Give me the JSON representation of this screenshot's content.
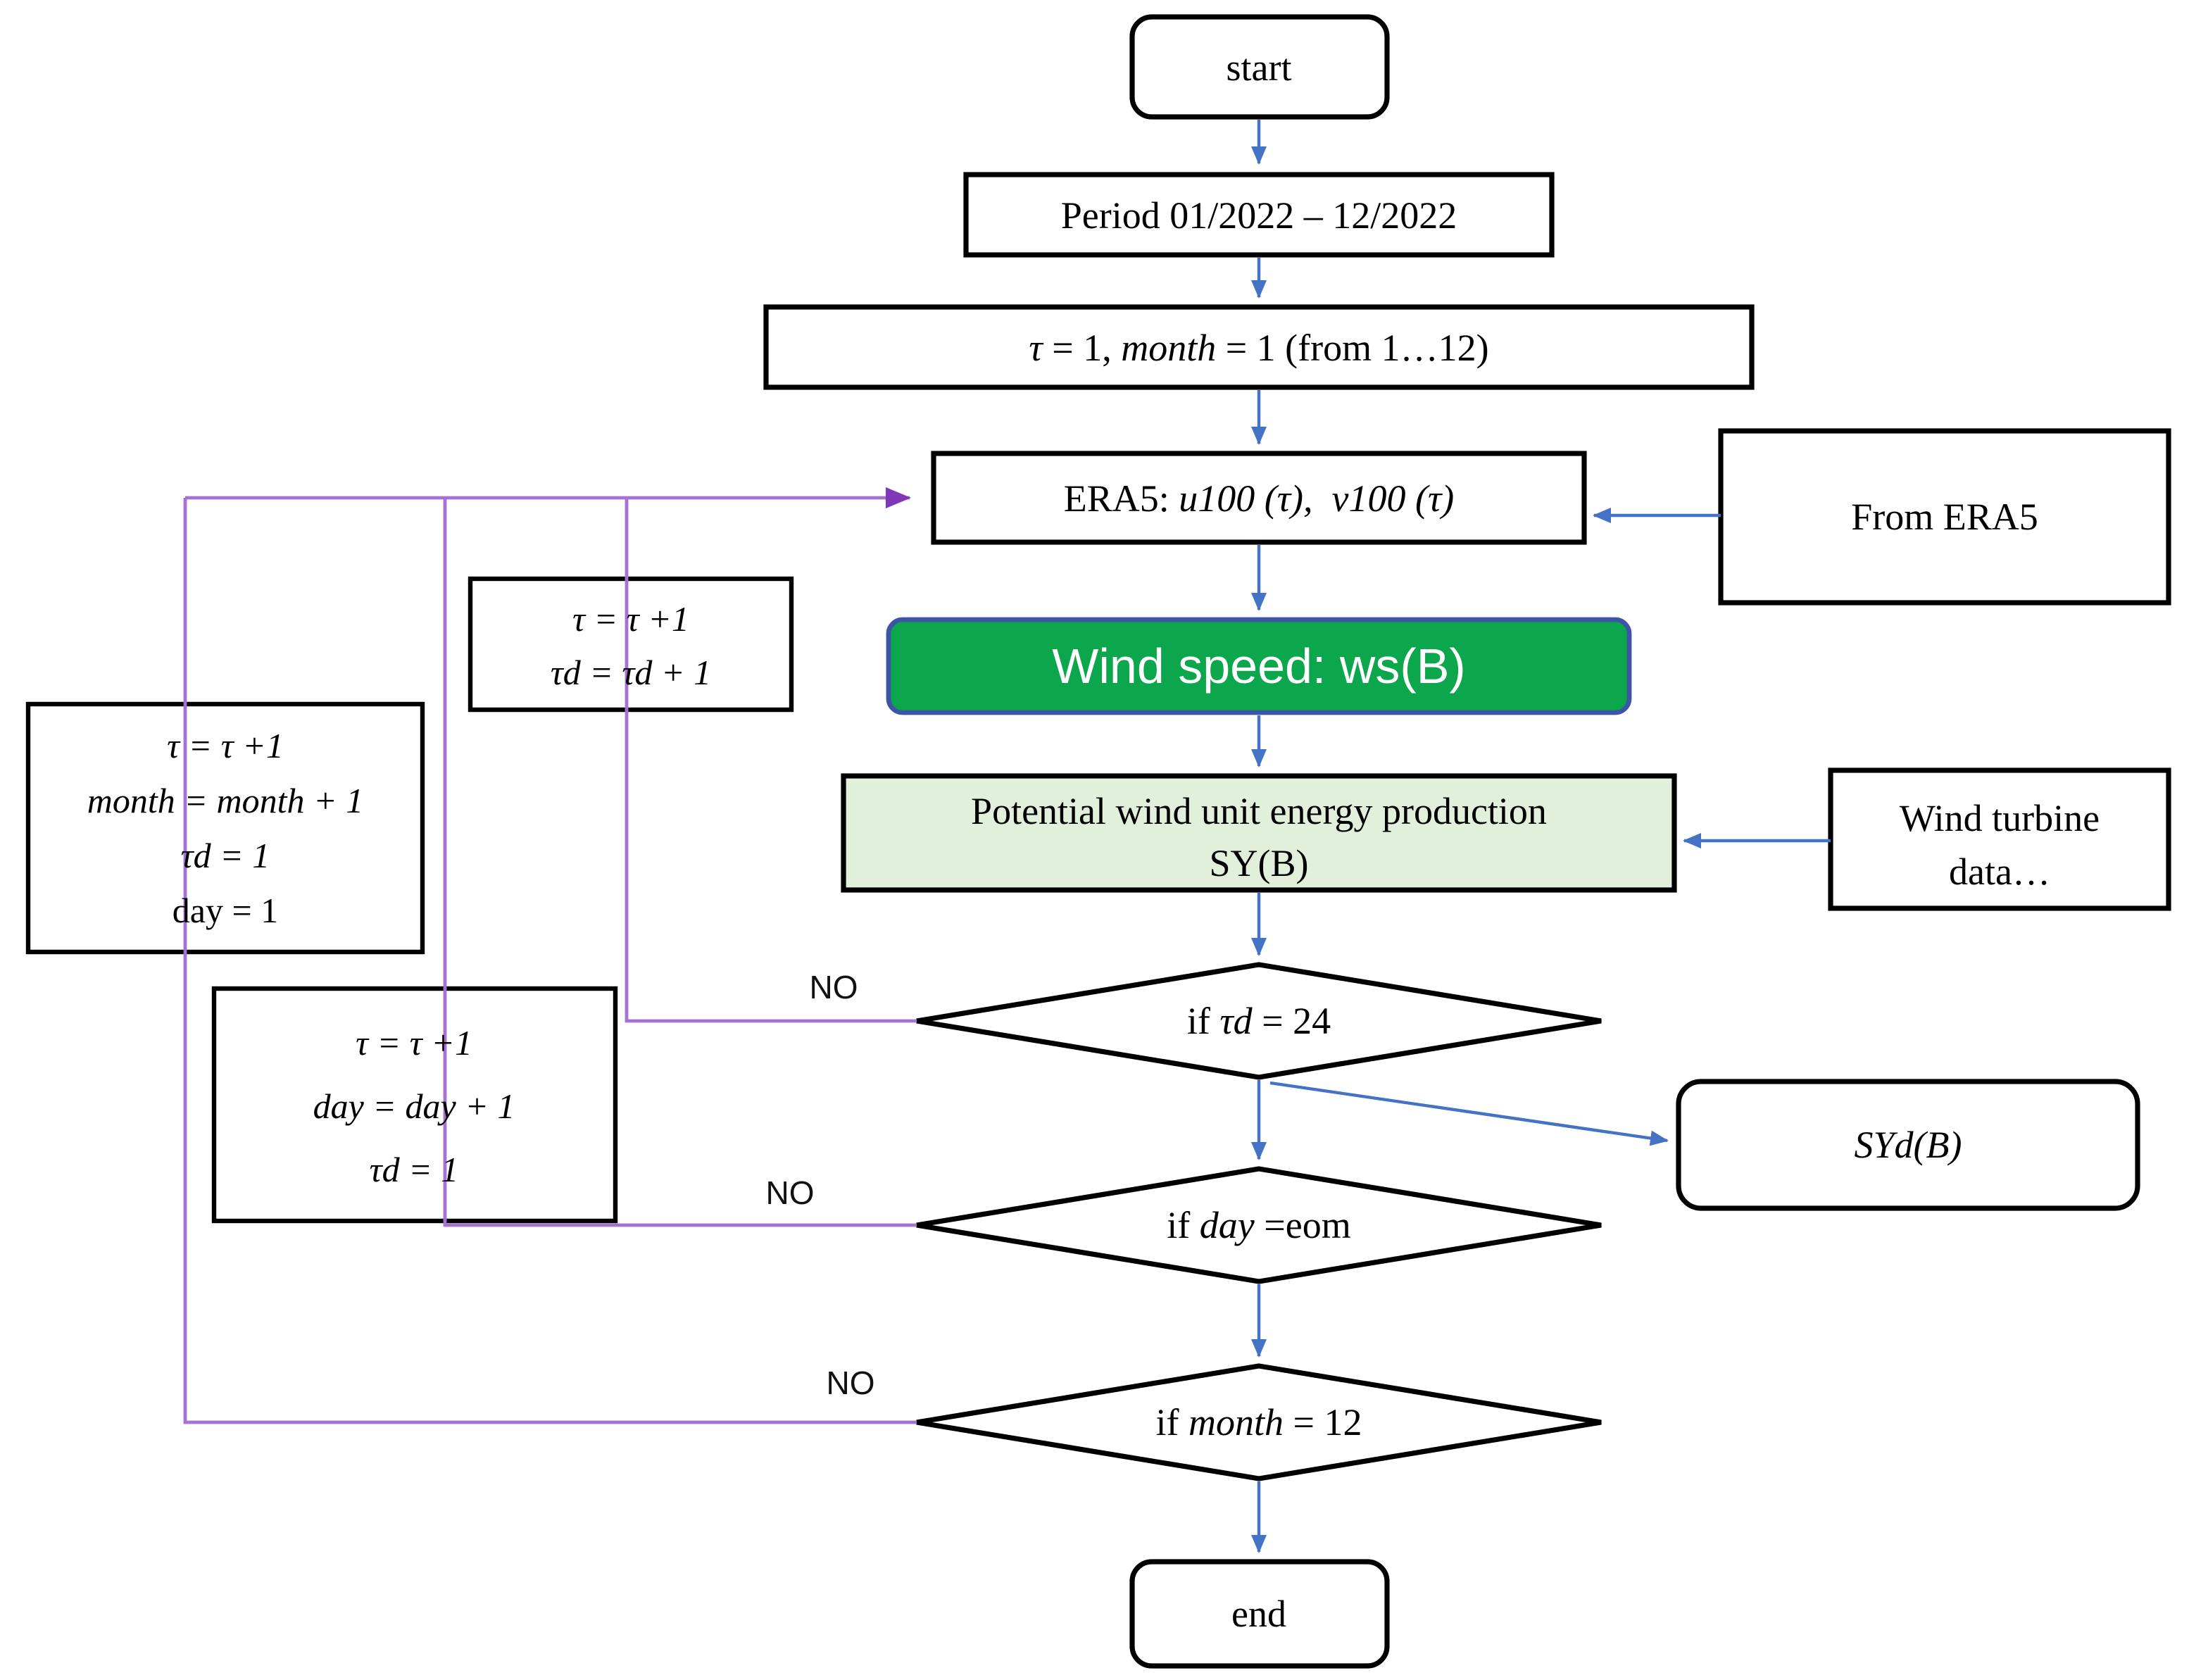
{
  "palette": {
    "arrow_blue": "#4472C4",
    "loop_purple_line": "#A571D3",
    "loop_purple_arrowhead": "#8038B8",
    "wind_speed_fill": "#0CA64C",
    "wind_speed_border": "#3E55A5",
    "potential_fill": "#E2EFDA",
    "box_border": "#000000"
  },
  "nodes": {
    "start": {
      "label": "start"
    },
    "period": {
      "label": "Period 01/2022 – 12/2022"
    },
    "init": {
      "p0": "τ",
      "p1": " = 1, ",
      "p2": "month",
      "p3": " = 1 (from 1…12)"
    },
    "era5": {
      "prefix": "ERA5: ",
      "vars": "u100 (τ),  v100 (τ)"
    },
    "from_era5": {
      "label": "From ERA5"
    },
    "wind_speed": {
      "label": "Wind speed: ws(B)"
    },
    "potential": {
      "line1": "Potential wind unit energy production",
      "line2": "SY(B)"
    },
    "wind_turbine": {
      "line1": "Wind turbine",
      "line2": "data…"
    },
    "if_tau_d": {
      "prefix": "if ",
      "var": "τd",
      "suffix": " = 24"
    },
    "syd": {
      "label": "SYd(B)"
    },
    "if_day": {
      "prefix": "if ",
      "var": "day",
      "suffix": " =eom"
    },
    "if_month": {
      "prefix": "if ",
      "var": "month",
      "suffix": " = 12"
    },
    "end": {
      "label": "end"
    },
    "inc_hour": {
      "line1": "τ = τ +1",
      "line2": "τd = τd + 1"
    },
    "inc_day": {
      "line1": "τ = τ +1",
      "line2": "day = day + 1",
      "line3": "τd = 1"
    },
    "inc_month": {
      "line1": "τ = τ +1",
      "line2": "month = month + 1",
      "line3": "τd = 1",
      "line4": "day = 1"
    }
  },
  "labels": {
    "no_tau_d": "NO",
    "no_day": "NO",
    "no_month": "NO"
  }
}
